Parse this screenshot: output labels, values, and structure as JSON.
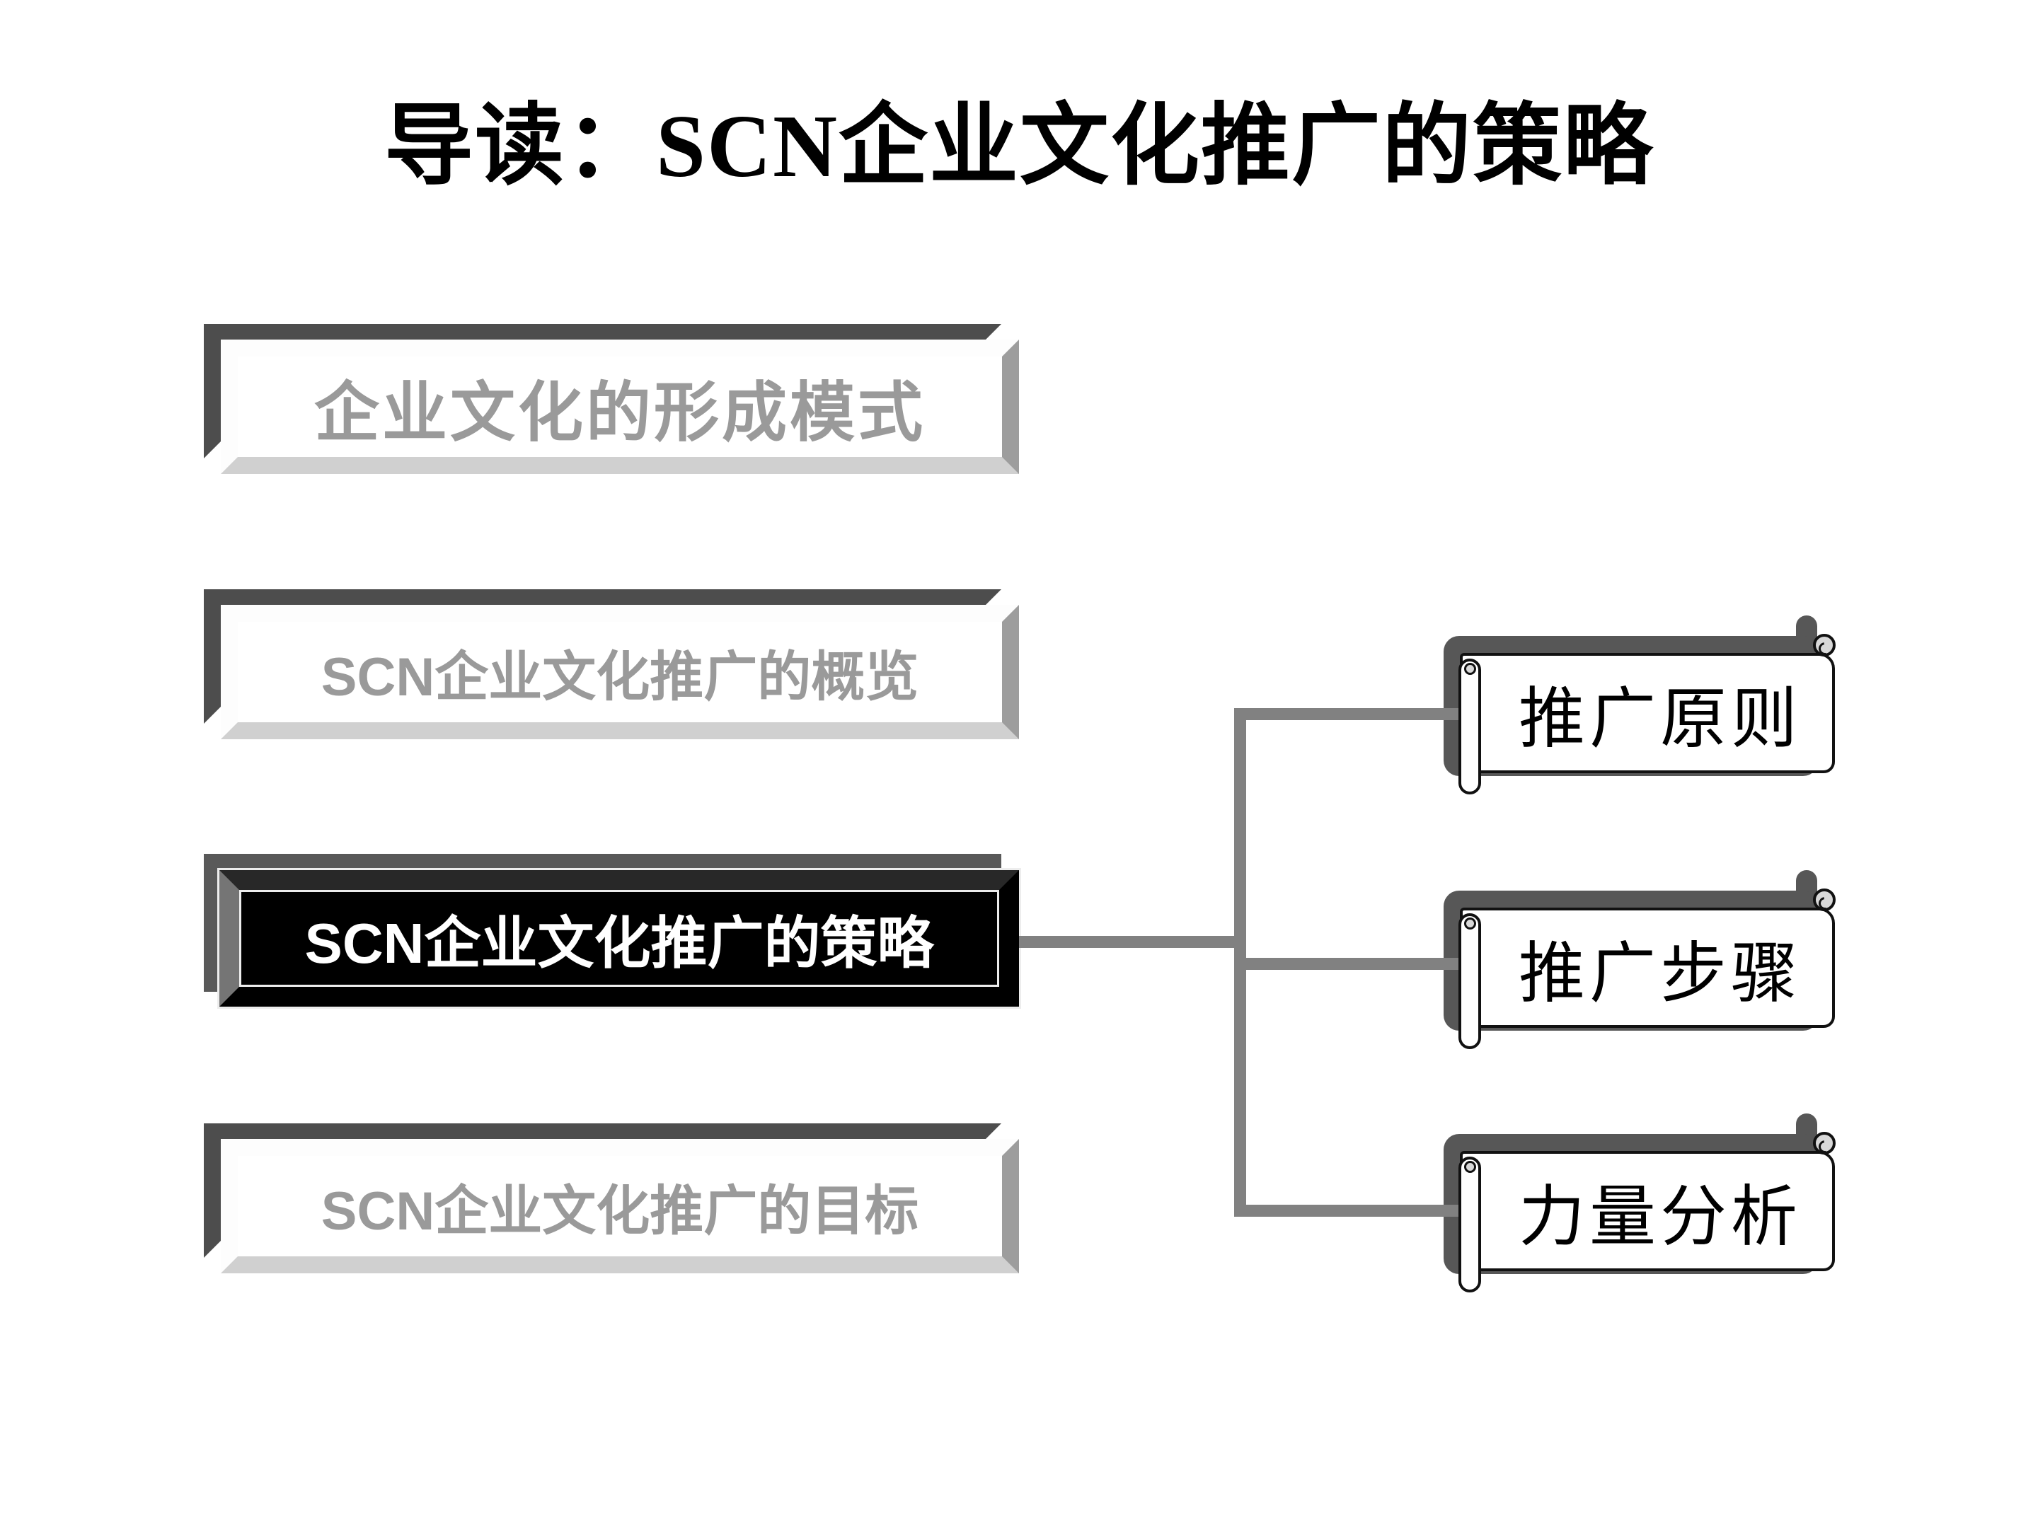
{
  "slide": {
    "title": "导读：SCN企业文化推广的策略"
  },
  "nav": {
    "items": [
      {
        "label": "企业文化的形成模式",
        "active": false
      },
      {
        "label": "SCN企业文化推广的概览",
        "active": false
      },
      {
        "label": "SCN企业文化推广的策略",
        "active": true
      },
      {
        "label": "SCN企业文化推广的目标",
        "active": false
      }
    ]
  },
  "scrolls": {
    "items": [
      {
        "label": "推广原则"
      },
      {
        "label": "推广步骤"
      },
      {
        "label": "力量分析"
      }
    ]
  },
  "colors": {
    "frame_dark": "#4d4d4d",
    "active_shadow": "#595959",
    "scroll_shadow": "#575757",
    "connector_gray": "#818181",
    "bevel_right": "#9d9d9d",
    "bevel_bottom": "#d0d0d0",
    "inactive_text": "#9a9a9a",
    "active_bg": "#000000",
    "active_text": "#ffffff",
    "curl_fill": "#d8d8d8"
  }
}
